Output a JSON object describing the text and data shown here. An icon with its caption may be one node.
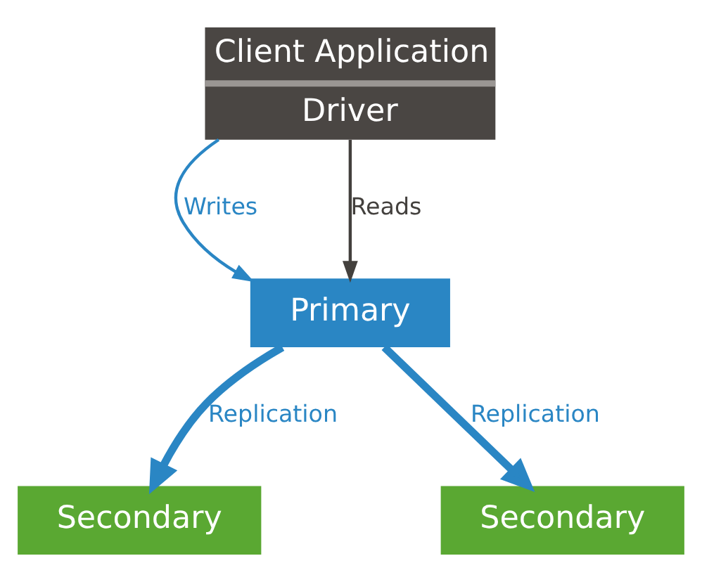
{
  "diagram": {
    "nodes": [
      {
        "text": [
          "Client Application",
          "Driver"
        ]
      },
      {
        "text": [
          "Primary"
        ]
      },
      {
        "text": [
          "Secondary"
        ]
      },
      {
        "text": [
          "Secondary"
        ]
      }
    ],
    "edges": [
      {
        "from": 0,
        "to": 1,
        "arrow": "to",
        "label": "Writes"
      },
      {
        "from": 0,
        "to": 1,
        "arrow": "to",
        "label": "Reads",
        "color": "#43403d"
      },
      {
        "from": 1,
        "to": 2,
        "arrow": "to",
        "label": "Replication",
        "style": "thick"
      },
      {
        "from": 1,
        "to": 3,
        "arrow": "to",
        "label": "Replication",
        "style": "thick"
      }
    ]
  }
}
